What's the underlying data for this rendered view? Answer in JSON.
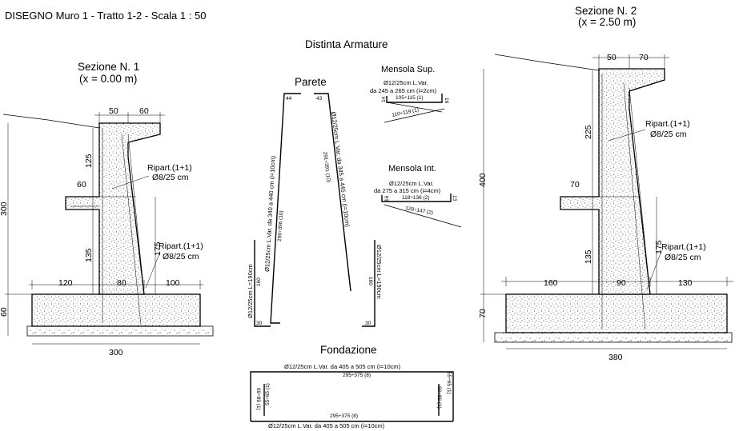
{
  "title": "DISEGNO Muro 1 - Tratto 1-2 - Scala 1 : 50",
  "distinta": {
    "title": "Distinta Armature",
    "parete": {
      "title": "Parete",
      "top_a": "44",
      "top_b": "43",
      "bar1_label": "Ø12/25cm L.Var. da 340 a 440 cm (i=10cm)",
      "bar1_sub": "296÷396 (10)",
      "bar2_label": "Ø12/25cm L.Var. da 345 a 445 cm (i=10cm)",
      "bar2_sub": "291÷391 (10)",
      "bar3_label": "Ø12/25cm L=190cm",
      "bar3_sub": "160",
      "bar3_foot": "30",
      "bar4_label": "Ø12/25cm L=190cm",
      "bar4_sub": "160",
      "bar4_foot": "30"
    },
    "mensola_sup": {
      "title": "Mensola Sup.",
      "label1": "Ø12/25cm L.Var.",
      "label2": "da 245 a 265 cm (i=2cm)",
      "dim_top": "105÷115 (1)",
      "dim_left": "14",
      "dim_right": "16",
      "dim_bottom": "110÷119 (1)"
    },
    "mensola_int": {
      "title": "Mensola Int.",
      "label1": "Ø12/25cm L.Var.",
      "label2": "da 275 a 315 cm (i=4cm)",
      "dim_top": "118÷136 (2)",
      "dim_left": "16",
      "dim_right": "13",
      "dim_bottom": "128÷147 (2)"
    },
    "fondazione": {
      "title": "Fondazione",
      "top_label": "Ø12/25cm L.Var. da 405 a 505 cm (i=10cm)",
      "top_dim": "295÷375 (8)",
      "left_outer": "69÷89 (1)",
      "left_inner": "55÷65 (1)",
      "right_outer": "55÷65 (1)",
      "right_inner": "69÷89 (1)",
      "bottom_dim": "295÷375 (8)",
      "bottom_label": "Ø12/25cm L.Var. da 405 a 505 cm (i=10cm)"
    }
  },
  "section1": {
    "title": "Sezione N. 1",
    "subtitle": "(x = 0.00 m)",
    "dim_top_a": "50",
    "dim_top_b": "60",
    "dim_125": "125",
    "dim_60": "60",
    "dim_300": "300",
    "dim_135": "135",
    "dim_175": "175",
    "dim_120": "120",
    "dim_80": "80",
    "dim_100": "100",
    "dim_60b": "60",
    "dim_base": "300",
    "ripart1": "Ripart.(1+1)",
    "ripart1_d": "Ø8/25 cm",
    "ripart2": "Ripart.(1+1)",
    "ripart2_d": "Ø8/25 cm"
  },
  "section2": {
    "title": "Sezione N. 2",
    "subtitle": "(x = 2.50 m)",
    "dim_top_a": "50",
    "dim_top_b": "70",
    "dim_225": "225",
    "dim_400": "400",
    "dim_70": "70",
    "dim_135": "135",
    "dim_175": "175",
    "dim_160": "160",
    "dim_90": "90",
    "dim_130": "130",
    "dim_70b": "70",
    "dim_base": "380",
    "ripart1": "Ripart.(1+1)",
    "ripart1_d": "Ø8/25 cm",
    "ripart2": "Ripart.(1+1)",
    "ripart2_d": "Ø8/25 cm"
  }
}
